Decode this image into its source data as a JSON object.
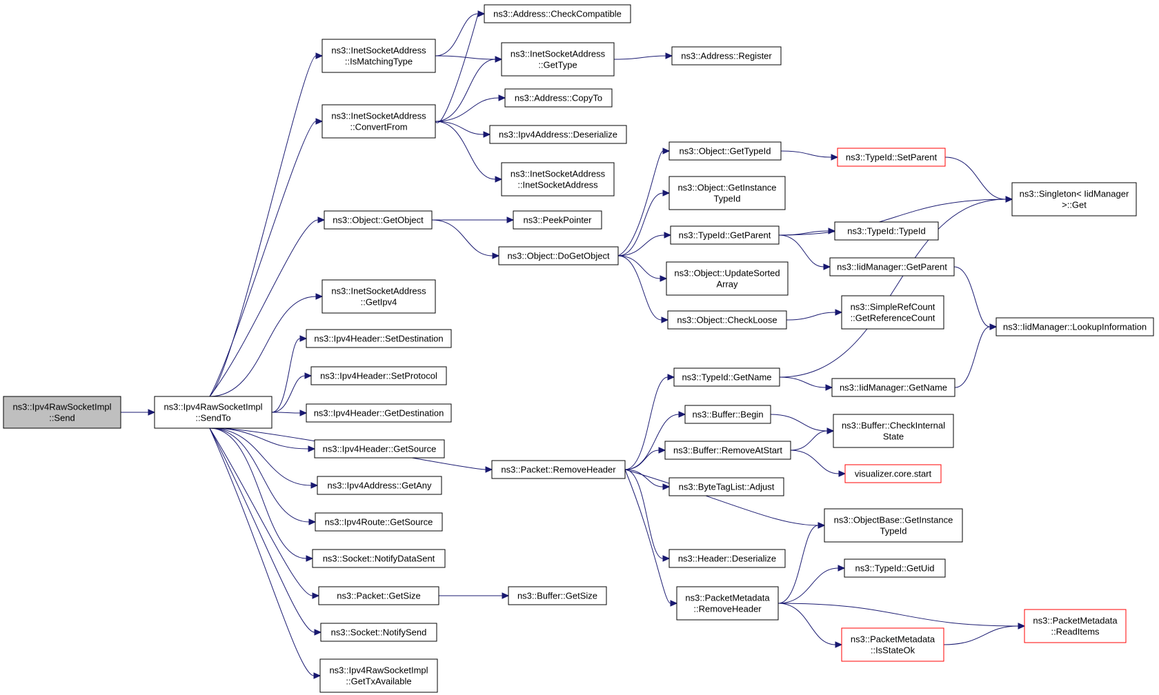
{
  "colors": {
    "edge": "#191970",
    "node_border": "#000000",
    "truncated_border": "#ff0000",
    "root_fill": "#bfbfbf",
    "node_fill": "#ffffff"
  },
  "nodes": [
    {
      "id": "send",
      "label": [
        "ns3::Ipv4RawSocketImpl",
        "::Send"
      ],
      "style": "root"
    },
    {
      "id": "sendto",
      "label": [
        "ns3::Ipv4RawSocketImpl",
        "::SendTo"
      ]
    },
    {
      "id": "ismatching",
      "label": [
        "ns3::InetSocketAddress",
        "::IsMatchingType"
      ]
    },
    {
      "id": "convertfrom",
      "label": [
        "ns3::InetSocketAddress",
        "::ConvertFrom"
      ]
    },
    {
      "id": "getobject",
      "label": [
        "ns3::Object::GetObject"
      ]
    },
    {
      "id": "getipv4",
      "label": [
        "ns3::InetSocketAddress",
        "::GetIpv4"
      ]
    },
    {
      "id": "setdest",
      "label": [
        "ns3::Ipv4Header::SetDestination"
      ]
    },
    {
      "id": "setproto",
      "label": [
        "ns3::Ipv4Header::SetProtocol"
      ]
    },
    {
      "id": "getdest",
      "label": [
        "ns3::Ipv4Header::GetDestination"
      ]
    },
    {
      "id": "getsource",
      "label": [
        "ns3::Ipv4Header::GetSource"
      ]
    },
    {
      "id": "getany",
      "label": [
        "ns3::Ipv4Address::GetAny"
      ]
    },
    {
      "id": "routesource",
      "label": [
        "ns3::Ipv4Route::GetSource"
      ]
    },
    {
      "id": "notifydatasent",
      "label": [
        "ns3::Socket::NotifyDataSent"
      ]
    },
    {
      "id": "pktgetsize",
      "label": [
        "ns3::Packet::GetSize"
      ]
    },
    {
      "id": "notifysend",
      "label": [
        "ns3::Socket::NotifySend"
      ]
    },
    {
      "id": "gettxavail",
      "label": [
        "ns3::Ipv4RawSocketImpl",
        "::GetTxAvailable"
      ]
    },
    {
      "id": "checkcompat",
      "label": [
        "ns3::Address::CheckCompatible"
      ]
    },
    {
      "id": "inetgettype",
      "label": [
        "ns3::InetSocketAddress",
        "::GetType"
      ]
    },
    {
      "id": "copyto",
      "label": [
        "ns3::Address::CopyTo"
      ]
    },
    {
      "id": "ipv4deser",
      "label": [
        "ns3::Ipv4Address::Deserialize"
      ]
    },
    {
      "id": "inetctor",
      "label": [
        "ns3::InetSocketAddress",
        "::InetSocketAddress"
      ]
    },
    {
      "id": "register",
      "label": [
        "ns3::Address::Register"
      ]
    },
    {
      "id": "peekptr",
      "label": [
        "ns3::PeekPointer"
      ]
    },
    {
      "id": "dogetobject",
      "label": [
        "ns3::Object::DoGetObject"
      ]
    },
    {
      "id": "removeheader",
      "label": [
        "ns3::Packet::RemoveHeader"
      ]
    },
    {
      "id": "bufgetsize",
      "label": [
        "ns3::Buffer::GetSize"
      ]
    },
    {
      "id": "objgettypeid",
      "label": [
        "ns3::Object::GetTypeId"
      ]
    },
    {
      "id": "objgetinst",
      "label": [
        "ns3::Object::GetInstance",
        "TypeId"
      ]
    },
    {
      "id": "tidgetparent",
      "label": [
        "ns3::TypeId::GetParent"
      ]
    },
    {
      "id": "updsorted",
      "label": [
        "ns3::Object::UpdateSorted",
        "Array"
      ]
    },
    {
      "id": "checkloose",
      "label": [
        "ns3::Object::CheckLoose"
      ]
    },
    {
      "id": "setparent",
      "label": [
        "ns3::TypeId::SetParent"
      ],
      "style": "truncated"
    },
    {
      "id": "tidtypeid",
      "label": [
        "ns3::TypeId::TypeId"
      ]
    },
    {
      "id": "iidgetparent",
      "label": [
        "ns3::IidManager::GetParent"
      ]
    },
    {
      "id": "getrefcount",
      "label": [
        "ns3::SimpleRefCount",
        "::GetReferenceCount"
      ]
    },
    {
      "id": "singleton",
      "label": [
        "ns3::Singleton< IidManager",
        ">::Get"
      ]
    },
    {
      "id": "lookupinfo",
      "label": [
        "ns3::IidManager::LookupInformation"
      ]
    },
    {
      "id": "tidgetname",
      "label": [
        "ns3::TypeId::GetName"
      ]
    },
    {
      "id": "bufbegin",
      "label": [
        "ns3::Buffer::Begin"
      ]
    },
    {
      "id": "removeatstart",
      "label": [
        "ns3::Buffer::RemoveAtStart"
      ]
    },
    {
      "id": "btladjust",
      "label": [
        "ns3::ByteTagList::Adjust"
      ]
    },
    {
      "id": "hdrdeser",
      "label": [
        "ns3::Header::Deserialize"
      ]
    },
    {
      "id": "pmremovehdr",
      "label": [
        "ns3::PacketMetadata",
        "::RemoveHeader"
      ]
    },
    {
      "id": "iidgetname",
      "label": [
        "ns3::IidManager::GetName"
      ]
    },
    {
      "id": "checkinternal",
      "label": [
        "ns3::Buffer::CheckInternal",
        "State"
      ]
    },
    {
      "id": "vizstart",
      "label": [
        "visualizer.core.start"
      ],
      "style": "truncated"
    },
    {
      "id": "objbaseinst",
      "label": [
        "ns3::ObjectBase::GetInstance",
        "TypeId"
      ]
    },
    {
      "id": "tidgetuid",
      "label": [
        "ns3::TypeId::GetUid"
      ]
    },
    {
      "id": "pmisstateok",
      "label": [
        "ns3::PacketMetadata",
        "::IsStateOk"
      ],
      "style": "truncated"
    },
    {
      "id": "pmreaditems",
      "label": [
        "ns3::PacketMetadata",
        "::ReadItems"
      ],
      "style": "truncated"
    }
  ],
  "edges": [
    [
      "send",
      "sendto"
    ],
    [
      "sendto",
      "ismatching"
    ],
    [
      "sendto",
      "convertfrom"
    ],
    [
      "sendto",
      "getobject"
    ],
    [
      "sendto",
      "removeheader"
    ],
    [
      "sendto",
      "getipv4"
    ],
    [
      "sendto",
      "setdest"
    ],
    [
      "sendto",
      "setproto"
    ],
    [
      "sendto",
      "getdest"
    ],
    [
      "sendto",
      "getsource"
    ],
    [
      "sendto",
      "getany"
    ],
    [
      "sendto",
      "routesource"
    ],
    [
      "sendto",
      "notifydatasent"
    ],
    [
      "sendto",
      "pktgetsize"
    ],
    [
      "sendto",
      "notifysend"
    ],
    [
      "sendto",
      "gettxavail"
    ],
    [
      "ismatching",
      "checkcompat"
    ],
    [
      "ismatching",
      "inetgettype"
    ],
    [
      "convertfrom",
      "checkcompat"
    ],
    [
      "convertfrom",
      "inetgettype"
    ],
    [
      "convertfrom",
      "copyto"
    ],
    [
      "convertfrom",
      "ipv4deser"
    ],
    [
      "convertfrom",
      "inetctor"
    ],
    [
      "inetgettype",
      "register"
    ],
    [
      "getobject",
      "peekptr"
    ],
    [
      "getobject",
      "dogetobject"
    ],
    [
      "pktgetsize",
      "bufgetsize"
    ],
    [
      "dogetobject",
      "objgettypeid"
    ],
    [
      "dogetobject",
      "objgetinst"
    ],
    [
      "dogetobject",
      "tidgetparent"
    ],
    [
      "dogetobject",
      "updsorted"
    ],
    [
      "dogetobject",
      "checkloose"
    ],
    [
      "objgettypeid",
      "setparent"
    ],
    [
      "setparent",
      "singleton"
    ],
    [
      "tidgetparent",
      "singleton"
    ],
    [
      "tidgetparent",
      "tidtypeid"
    ],
    [
      "tidgetparent",
      "iidgetparent"
    ],
    [
      "iidgetparent",
      "lookupinfo"
    ],
    [
      "checkloose",
      "getrefcount"
    ],
    [
      "removeheader",
      "tidgetname"
    ],
    [
      "removeheader",
      "bufbegin"
    ],
    [
      "removeheader",
      "removeatstart"
    ],
    [
      "removeheader",
      "btladjust"
    ],
    [
      "removeheader",
      "objbaseinst"
    ],
    [
      "removeheader",
      "hdrdeser"
    ],
    [
      "removeheader",
      "pmremovehdr"
    ],
    [
      "tidgetname",
      "singleton"
    ],
    [
      "tidgetname",
      "iidgetname"
    ],
    [
      "iidgetname",
      "lookupinfo"
    ],
    [
      "bufbegin",
      "checkinternal"
    ],
    [
      "removeatstart",
      "checkinternal"
    ],
    [
      "removeatstart",
      "vizstart"
    ],
    [
      "pmremovehdr",
      "objbaseinst"
    ],
    [
      "pmremovehdr",
      "tidgetuid"
    ],
    [
      "pmremovehdr",
      "pmisstateok"
    ],
    [
      "pmremovehdr",
      "pmreaditems"
    ],
    [
      "pmisstateok",
      "pmreaditems"
    ]
  ]
}
